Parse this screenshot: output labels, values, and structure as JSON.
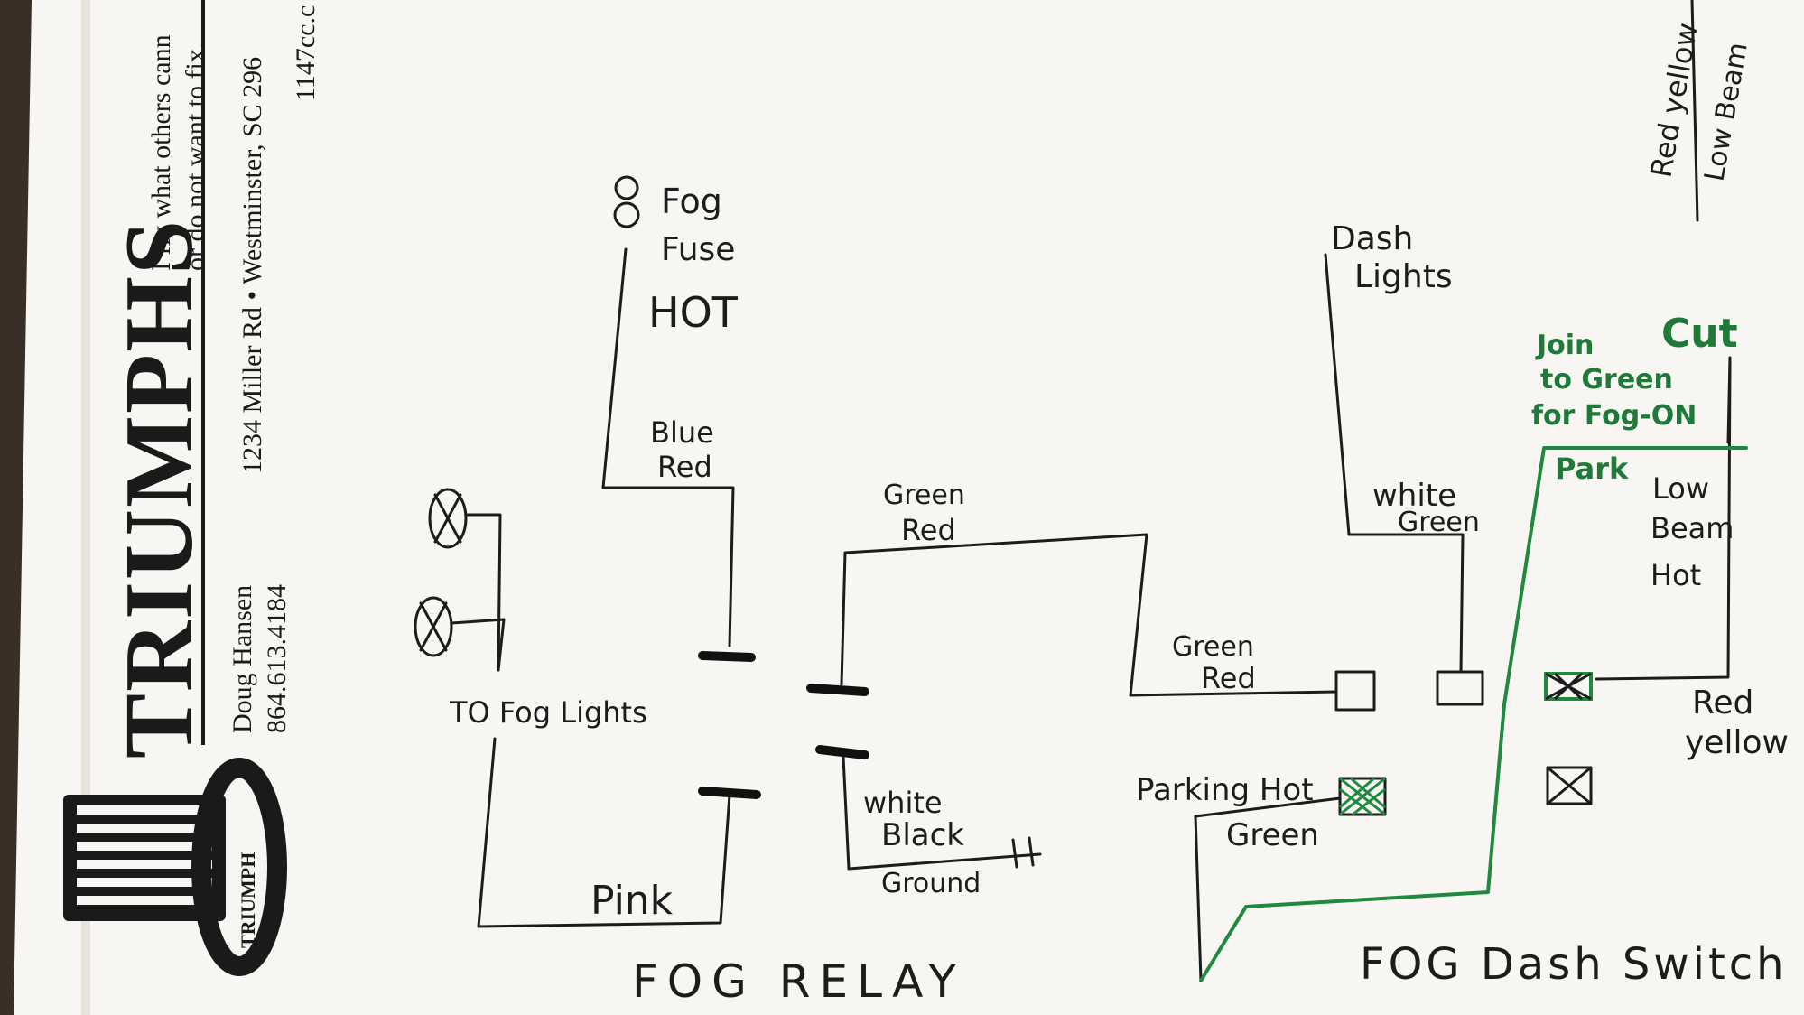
{
  "letterhead": {
    "brand": "TRIUMPHS",
    "emblem_text": "TRIUMPH",
    "owner_name": "Doug Hansen",
    "owner_phone": "864.613.4184",
    "address": "1234 Miller Rd • Westminster, SC 296",
    "website": "1147cc.c",
    "tagline_line1": "I fix what others cann",
    "tagline_line2": "or do not want to fix."
  },
  "diagram": {
    "fuse_label_1": "Fog",
    "fuse_label_2": "Fuse",
    "fuse_hot": "HOT",
    "blue_red_1": "Blue",
    "blue_red_2": "Red",
    "green_red_top_1": "Green",
    "green_red_top_2": "Red",
    "green_red_switch_1": "Green",
    "green_red_switch_2": "Red",
    "fog_lights": "TO Fog Lights",
    "pink": "Pink",
    "white_black_1": "white",
    "white_black_2": "Black",
    "ground": "Ground",
    "fog_relay": "FOG RELAY",
    "dash_lights_1": "Dash",
    "dash_lights_2": "Lights",
    "white_green_1": "white",
    "white_green_2": "Green",
    "join_1": "Join",
    "join_2": "to Green",
    "join_3": "for Fog-ON",
    "cut": "Cut",
    "park": "Park",
    "low_beam_hot_1": "Low",
    "low_beam_hot_2": "Beam",
    "low_beam_hot_3": "Hot",
    "red_yellow_1": "Red",
    "red_yellow_2": "yellow",
    "parking_hot": "Parking Hot",
    "green_bottom": "Green",
    "fog_dash_switch": "FOG Dash Switch",
    "legend_red_yellow": "Red yellow",
    "legend_low_beam": "Low Beam"
  },
  "colors": {
    "ink": "#1c1c1c",
    "green_ink": "#1f8a3e",
    "paper": "#f7f6f2",
    "background": "#3a2f27"
  }
}
